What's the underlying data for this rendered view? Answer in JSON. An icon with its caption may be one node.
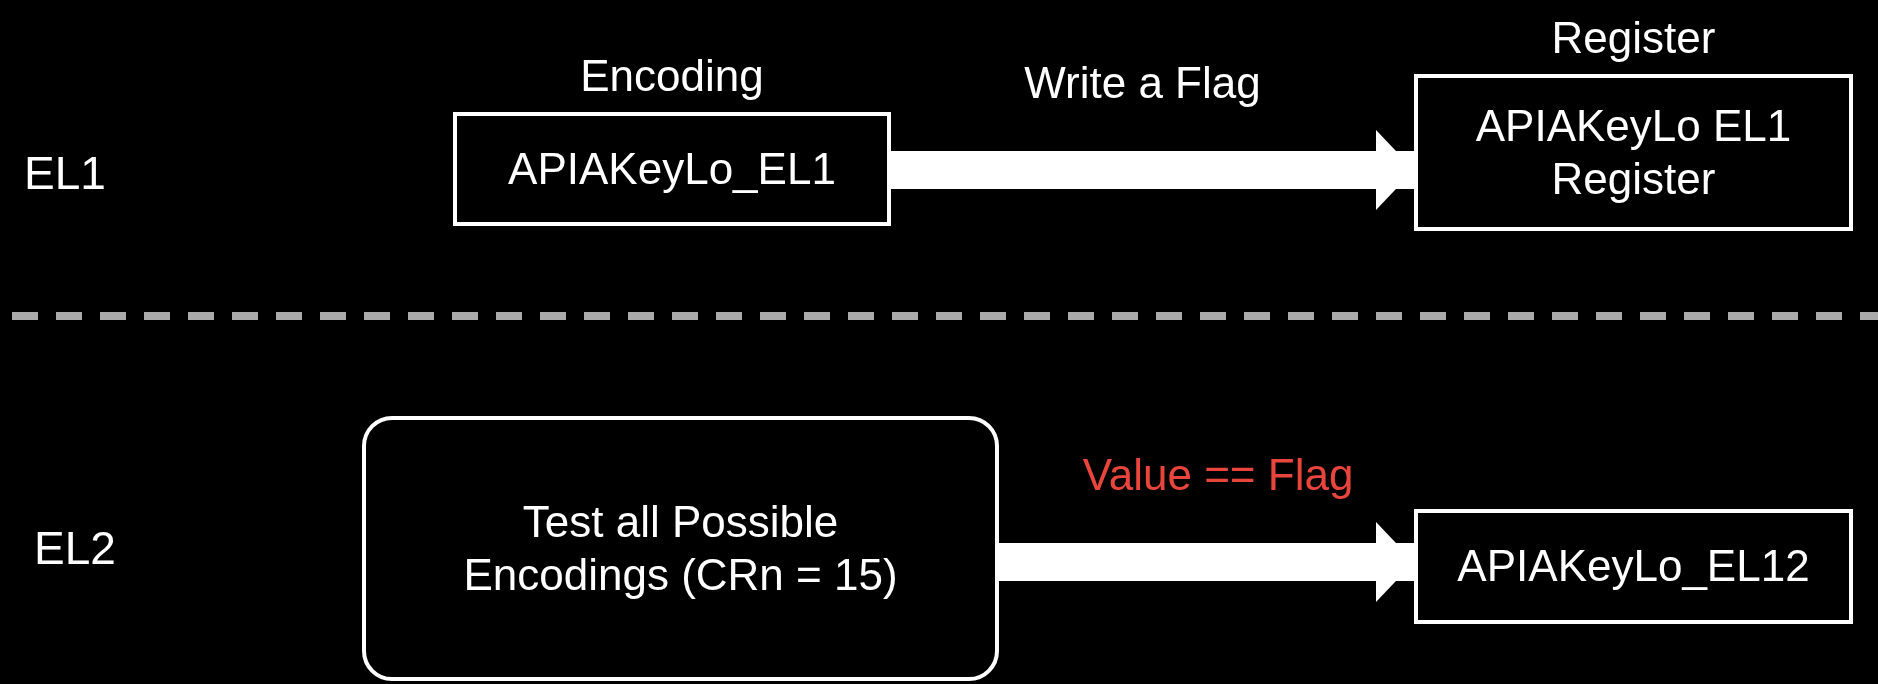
{
  "diagram": {
    "nodes": [
      {
        "text": [
          "Encoding",
          "APIAKeyLo_EL1"
        ]
      },
      {
        "text": [
          "Register",
          "APIAKeyLo EL1 Register"
        ]
      },
      {
        "text": [
          "Test all Possible Encodings (CRn = 15)"
        ]
      },
      {
        "text": [
          "APIAKeyLo_EL12"
        ]
      }
    ],
    "edges": [
      {
        "from": 0,
        "to": 1,
        "arrow": "to",
        "label": "Write a Flag"
      },
      {
        "from": 2,
        "to": 3,
        "arrow": "to",
        "label": "Value == Flag"
      }
    ],
    "labels": [
      "EL1",
      "EL2"
    ]
  }
}
